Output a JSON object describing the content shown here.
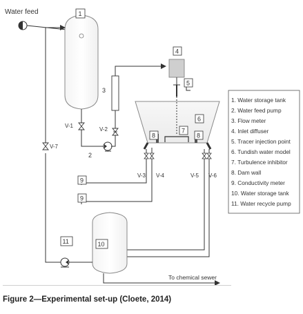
{
  "labels": {
    "water_feed": "Water feed",
    "to_chemical_sewer": "To chemical sewer",
    "valves": [
      "V-1",
      "V-2",
      "V-3",
      "V-4",
      "V-5",
      "V-6",
      "V-7"
    ],
    "numbers": [
      "1",
      "2",
      "3",
      "4",
      "5",
      "6",
      "7",
      "8",
      "8",
      "9",
      "9",
      "10",
      "11"
    ]
  },
  "legend": {
    "items": [
      "1. Water storage tank",
      "2. Water feed pump",
      "3. Flow meter",
      "4. Inlet diffuser",
      "5. Tracer injection point",
      "6. Tundish water model",
      "7. Turbulence inhibitor",
      "8. Dam wall",
      "9. Conductivity meter",
      "10. Water storage tank",
      "11. Water recycle pump"
    ]
  },
  "caption": "Figure 2—Experimental set-up (Cloete, 2014)"
}
